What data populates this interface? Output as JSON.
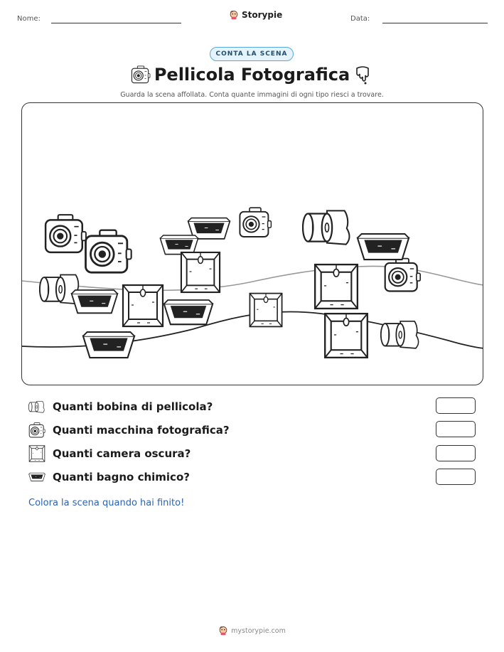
{
  "header": {
    "name_label": "Nome:",
    "date_label": "Data:",
    "brand": "Storypie"
  },
  "badge": "CONTA LA SCENA",
  "title": "Pellicola Fotografica",
  "subtitle": "Guarda la scena affollata. Conta quante immagini di ogni tipo riesci a trovare.",
  "questions": [
    {
      "text": "Quanti bobina di pellicola?",
      "icon": "film-roll-icon"
    },
    {
      "text": "Quanti macchina fotografica?",
      "icon": "camera-icon"
    },
    {
      "text": "Quanti camera oscura?",
      "icon": "darkroom-icon"
    },
    {
      "text": "Quanti bagno chimico?",
      "icon": "chemical-tray-icon"
    }
  ],
  "footnote": "Colora la scena quando hai finito!",
  "footer": "mystorypie.com"
}
